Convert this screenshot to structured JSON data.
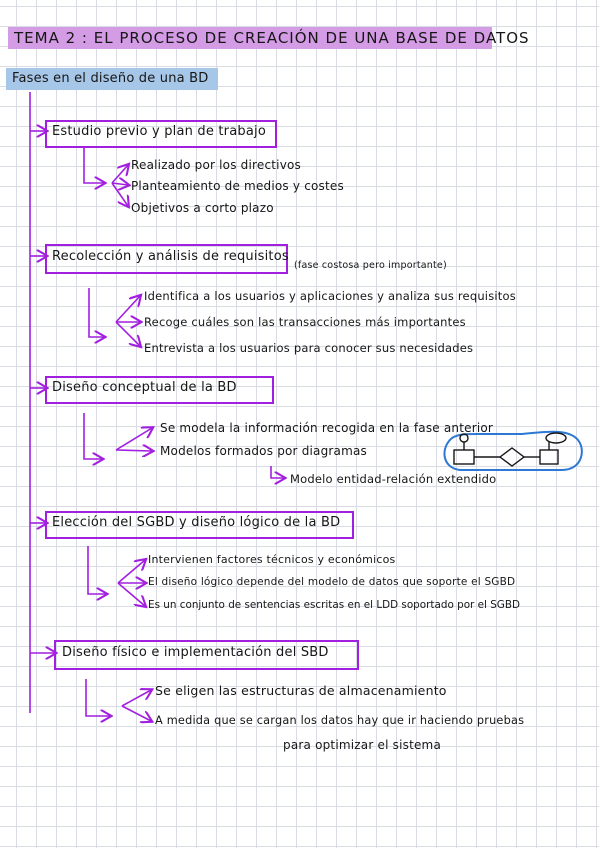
{
  "title": "TEMA 2 : EL PROCESO DE CREACIÓN DE UNA BASE DE DATOS",
  "subtitle": "Fases en el diseño de una BD",
  "phases": [
    {
      "heading": "Estudio previo y plan de trabajo",
      "items": [
        "Realizado por los directivos",
        "Planteamiento de medios y costes",
        "Objetivos a corto plazo"
      ]
    },
    {
      "heading": "Recolección y análisis de requisitos",
      "note": "(fase costosa pero importante)",
      "items": [
        "Identifica a los usuarios y aplicaciones y analiza sus requisitos",
        "Recoge cuáles son las transacciones más importantes",
        "Entrevista a los usuarios para conocer sus necesidades"
      ]
    },
    {
      "heading": "Diseño conceptual de la BD",
      "items": [
        "Se modela la información recogida en la fase anterior",
        "Modelos formados por diagramas"
      ],
      "subitem": "Modelo entidad-relación extendido"
    },
    {
      "heading": "Elección del SGBD y diseño lógico de la BD",
      "items": [
        "Intervienen factores técnicos y económicos",
        "El diseño lógico depende del modelo de datos que soporte el SGBD",
        "Es un conjunto de sentencias escritas en el LDD soportado por el SGBD"
      ]
    },
    {
      "heading": "Diseño físico e implementación del SBD",
      "items": [
        "Se eligen las estructuras de almacenamiento",
        "A medida que se cargan los datos hay que ir haciendo pruebas"
      ],
      "continuation": "para optimizar el sistema"
    }
  ],
  "colors": {
    "title_highlight": "#d59ce6",
    "subtitle_highlight": "#a7c7e9",
    "box_border": "#a21fe0",
    "arrow": "#a21fe0",
    "diagram_outline": "#2c78d4"
  }
}
